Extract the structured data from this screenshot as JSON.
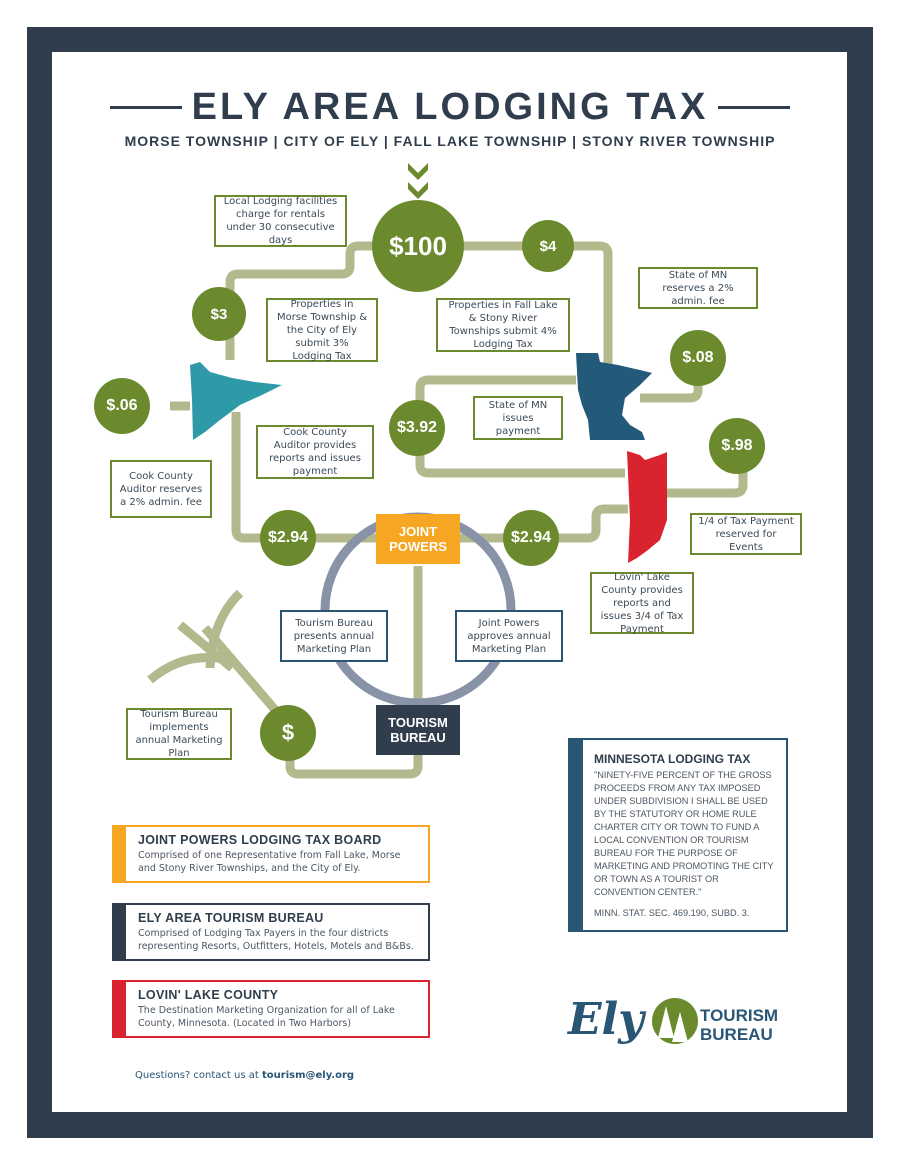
{
  "header": {
    "title": "ELY AREA LODGING TAX",
    "subtitle": "MORSE TOWNSHIP | CITY OF ELY | FALL LAKE TOWNSHIP | STONY RIVER TOWNSHIP"
  },
  "colors": {
    "navy": "#2f3d4c",
    "green": "#6b8a2e",
    "path": "#b3b98c",
    "cycle": "#8893a8",
    "orange": "#f6a623",
    "teal": "#2e9aa8",
    "mn_blue": "#235a7a",
    "red": "#d9232e"
  },
  "flow": {
    "amounts": {
      "total": "$100",
      "four": "$4",
      "three": "$3",
      "state_fee": "$.08",
      "cook_fee": "$.06",
      "state_payment": "$3.92",
      "events": "$.98",
      "cook_payment": "$2.94",
      "lake_payment": "$2.94",
      "marketing": "$"
    },
    "notes": {
      "local_lodging": "Local Lodging facilities charge for rentals under 30 consecutive days",
      "morse_ely": "Properties in Morse Township & the City of Ely submit 3% Lodging Tax",
      "fall_lake": "Properties in Fall Lake & Stony River Townships submit 4% Lodging Tax",
      "state_reserves": "State of MN reserves a 2% admin. fee",
      "cook_reserves": "Cook County Auditor reserves a 2% admin. fee",
      "cook_reports": "Cook County Auditor provides reports and issues payment",
      "state_issues": "State of MN issues payment",
      "events": "1/4 of Tax Payment reserved for Events",
      "lake_reports": "Lovin' Lake County provides reports and issues 3/4 of Tax Payment",
      "tb_presents": "Tourism Bureau presents annual Marketing Plan",
      "jp_approves": "Joint Powers approves annual Marketing Plan",
      "tb_implements": "Tourism Bureau implements annual Marketing Plan"
    },
    "tags": {
      "joint_powers": "JOINT POWERS",
      "tourism_bureau": "TOURISM BUREAU"
    }
  },
  "legend": [
    {
      "title": "JOINT POWERS LODGING TAX BOARD",
      "text": "Comprised of one Representative from Fall Lake, Morse and Stony River Townships, and the City of Ely.",
      "color": "#f6a623"
    },
    {
      "title": "ELY AREA TOURISM BUREAU",
      "text": "Comprised of Lodging Tax Payers in the four districts representing Resorts, Outfitters, Hotels, Motels and B&Bs.",
      "color": "#2f3d4c"
    },
    {
      "title": "LOVIN' LAKE COUNTY",
      "text": "The Destination Marketing Organization for all of Lake County, Minnesota. (Located in Two Harbors)",
      "color": "#d9232e"
    }
  ],
  "law": {
    "title": "MINNESOTA LODGING TAX",
    "quote": "\"NINETY-FIVE PERCENT OF THE GROSS PROCEEDS FROM ANY TAX IMPOSED UNDER SUBDIVISION I SHALL BE USED BY THE STATUTORY OR HOME RULE CHARTER CITY OR TOWN TO FUND A LOCAL CONVENTION OR TOURISM BUREAU FOR THE PURPOSE OF MARKETING AND PROMOTING THE CITY OR TOWN AS A TOURIST OR CONVENTION CENTER.\"",
    "citation": "MINN. STAT. SEC. 469.190, SUBD. 3."
  },
  "contact": {
    "prefix": "Questions? contact us at",
    "email": "tourism@ely.org"
  },
  "logo": {
    "script": "Ely",
    "line1": "TOURISM",
    "line2": "BUREAU"
  }
}
